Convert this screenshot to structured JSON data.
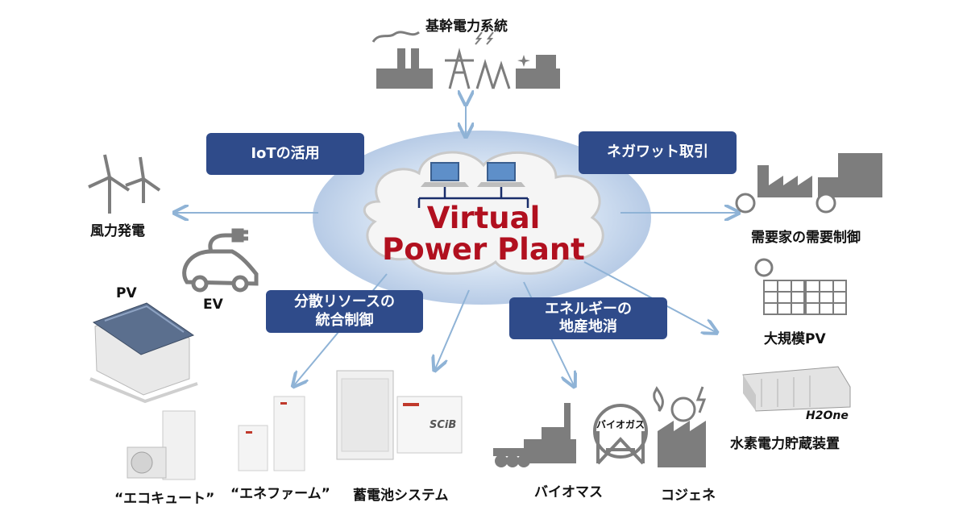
{
  "top": {
    "grid_label": "基幹電力系統"
  },
  "center": {
    "line1": "Virtual",
    "line2": "Power Plant"
  },
  "boxes": {
    "iot": "IoTの活用",
    "negawatt": "ネガワット取引",
    "distributed_1": "分散リソースの",
    "distributed_2": "統合制御",
    "local_1": "エネルギーの",
    "local_2": "地産地消"
  },
  "left": {
    "wind": "風力発電",
    "ev": "EV",
    "pv": "PV",
    "ecocute": "“エコキュート”"
  },
  "right": {
    "demand": "需要家の需要制御",
    "large_pv": "大規模PV",
    "hydrogen": "水素電力貯蔵装置",
    "h2one_logo": "H2One"
  },
  "bottom": {
    "enefarm": "“エネファーム”",
    "battery": "蓄電池システム",
    "biomass": "バイオマス",
    "biogas_tank": "バイオガス",
    "cogeneration": "コジェネ",
    "scib_label": "SCiB"
  },
  "colors": {
    "box": "#2f4b8a",
    "vpp_text": "#b1101f",
    "arrow": "#8fb3d6",
    "icon": "#7d7d7d"
  }
}
